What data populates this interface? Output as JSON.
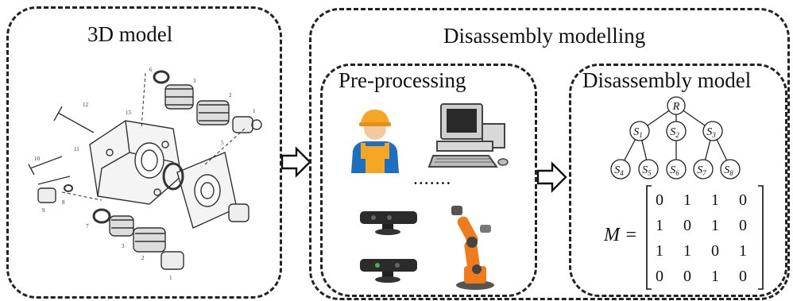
{
  "panels": {
    "model3d": {
      "title": "3D model"
    },
    "disassembly_modelling": {
      "title": "Disassembly modelling"
    },
    "preprocessing": {
      "title": "Pre-processing",
      "ellipsis": "•••••••"
    },
    "disassembly_model": {
      "title": "Disassembly model",
      "tree": {
        "root": "R",
        "level1": [
          {
            "letter": "S",
            "sub": "1"
          },
          {
            "letter": "S",
            "sub": "2"
          },
          {
            "letter": "S",
            "sub": "3"
          }
        ],
        "level2": [
          {
            "letter": "S",
            "sub": "4"
          },
          {
            "letter": "S",
            "sub": "5"
          },
          {
            "letter": "S",
            "sub": "6"
          },
          {
            "letter": "S",
            "sub": "7"
          },
          {
            "letter": "S",
            "sub": "8"
          }
        ]
      },
      "matrix": {
        "label": "M =",
        "rows": [
          [
            "0",
            "1",
            "1",
            "0"
          ],
          [
            "1",
            "0",
            "1",
            "0"
          ],
          [
            "1",
            "1",
            "0",
            "1"
          ],
          [
            "0",
            "0",
            "1",
            "0"
          ]
        ]
      }
    }
  },
  "icons": [
    "exploded-pump-drawing",
    "worker-icon",
    "computer-icon",
    "depth-sensor-icon",
    "robot-arm-icon",
    "arrow-right-icon"
  ],
  "colors": {
    "dash": "#222222",
    "worker_shirt": "#1e6fc2",
    "worker_helmet": "#f5a623",
    "robot": "#f07b1a"
  }
}
